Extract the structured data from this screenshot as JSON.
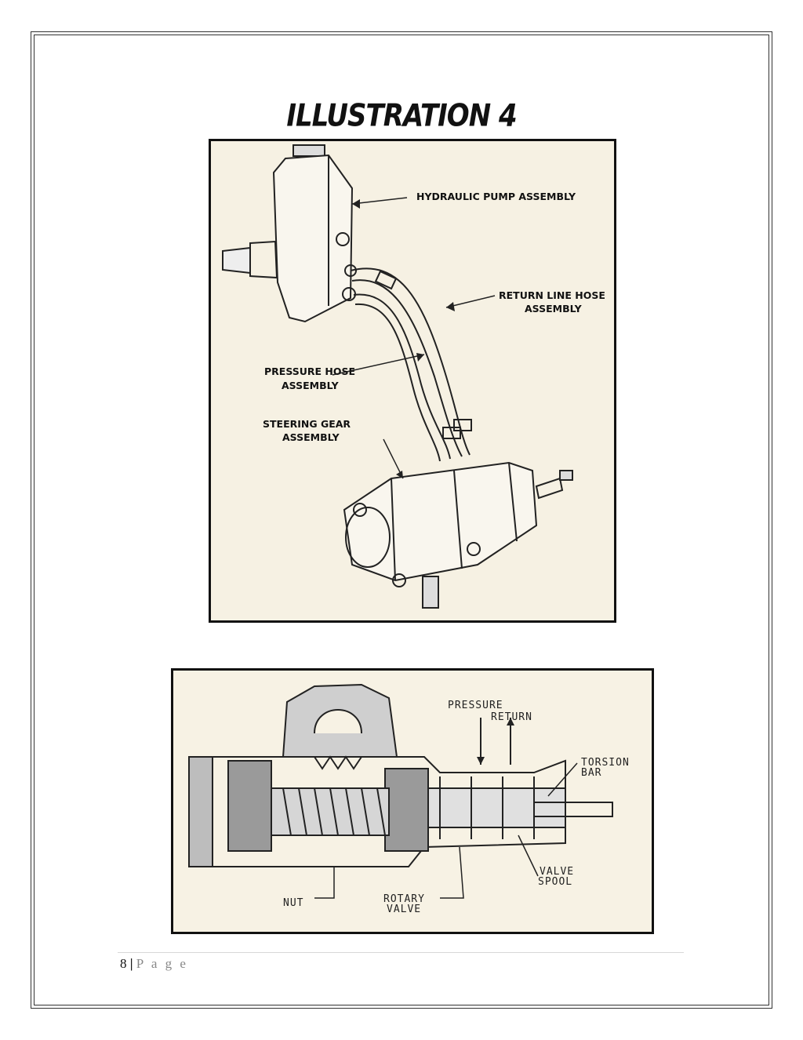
{
  "document": {
    "title": "ILLUSTRATION 4",
    "footer": {
      "page_number": "8",
      "separator": "|",
      "page_word": "P a g e"
    }
  },
  "figure_1": {
    "labels": {
      "hydraulic_pump": "HYDRAULIC PUMP ASSEMBLY",
      "return_line_1": "RETURN LINE HOSE",
      "return_line_2": "ASSEMBLY",
      "pressure_hose_1": "PRESSURE HOSE",
      "pressure_hose_2": "ASSEMBLY",
      "steering_gear_1": "STEERING GEAR",
      "steering_gear_2": "ASSEMBLY"
    }
  },
  "figure_2": {
    "labels": {
      "pressure": "PRESSURE",
      "return": "RETURN",
      "torsion_1": "TORSION",
      "torsion_2": "BAR",
      "valve_1": "VALVE",
      "valve_2": "SPOOL",
      "nut": "NUT",
      "rotary_1": "ROTARY",
      "rotary_2": "VALVE"
    }
  }
}
